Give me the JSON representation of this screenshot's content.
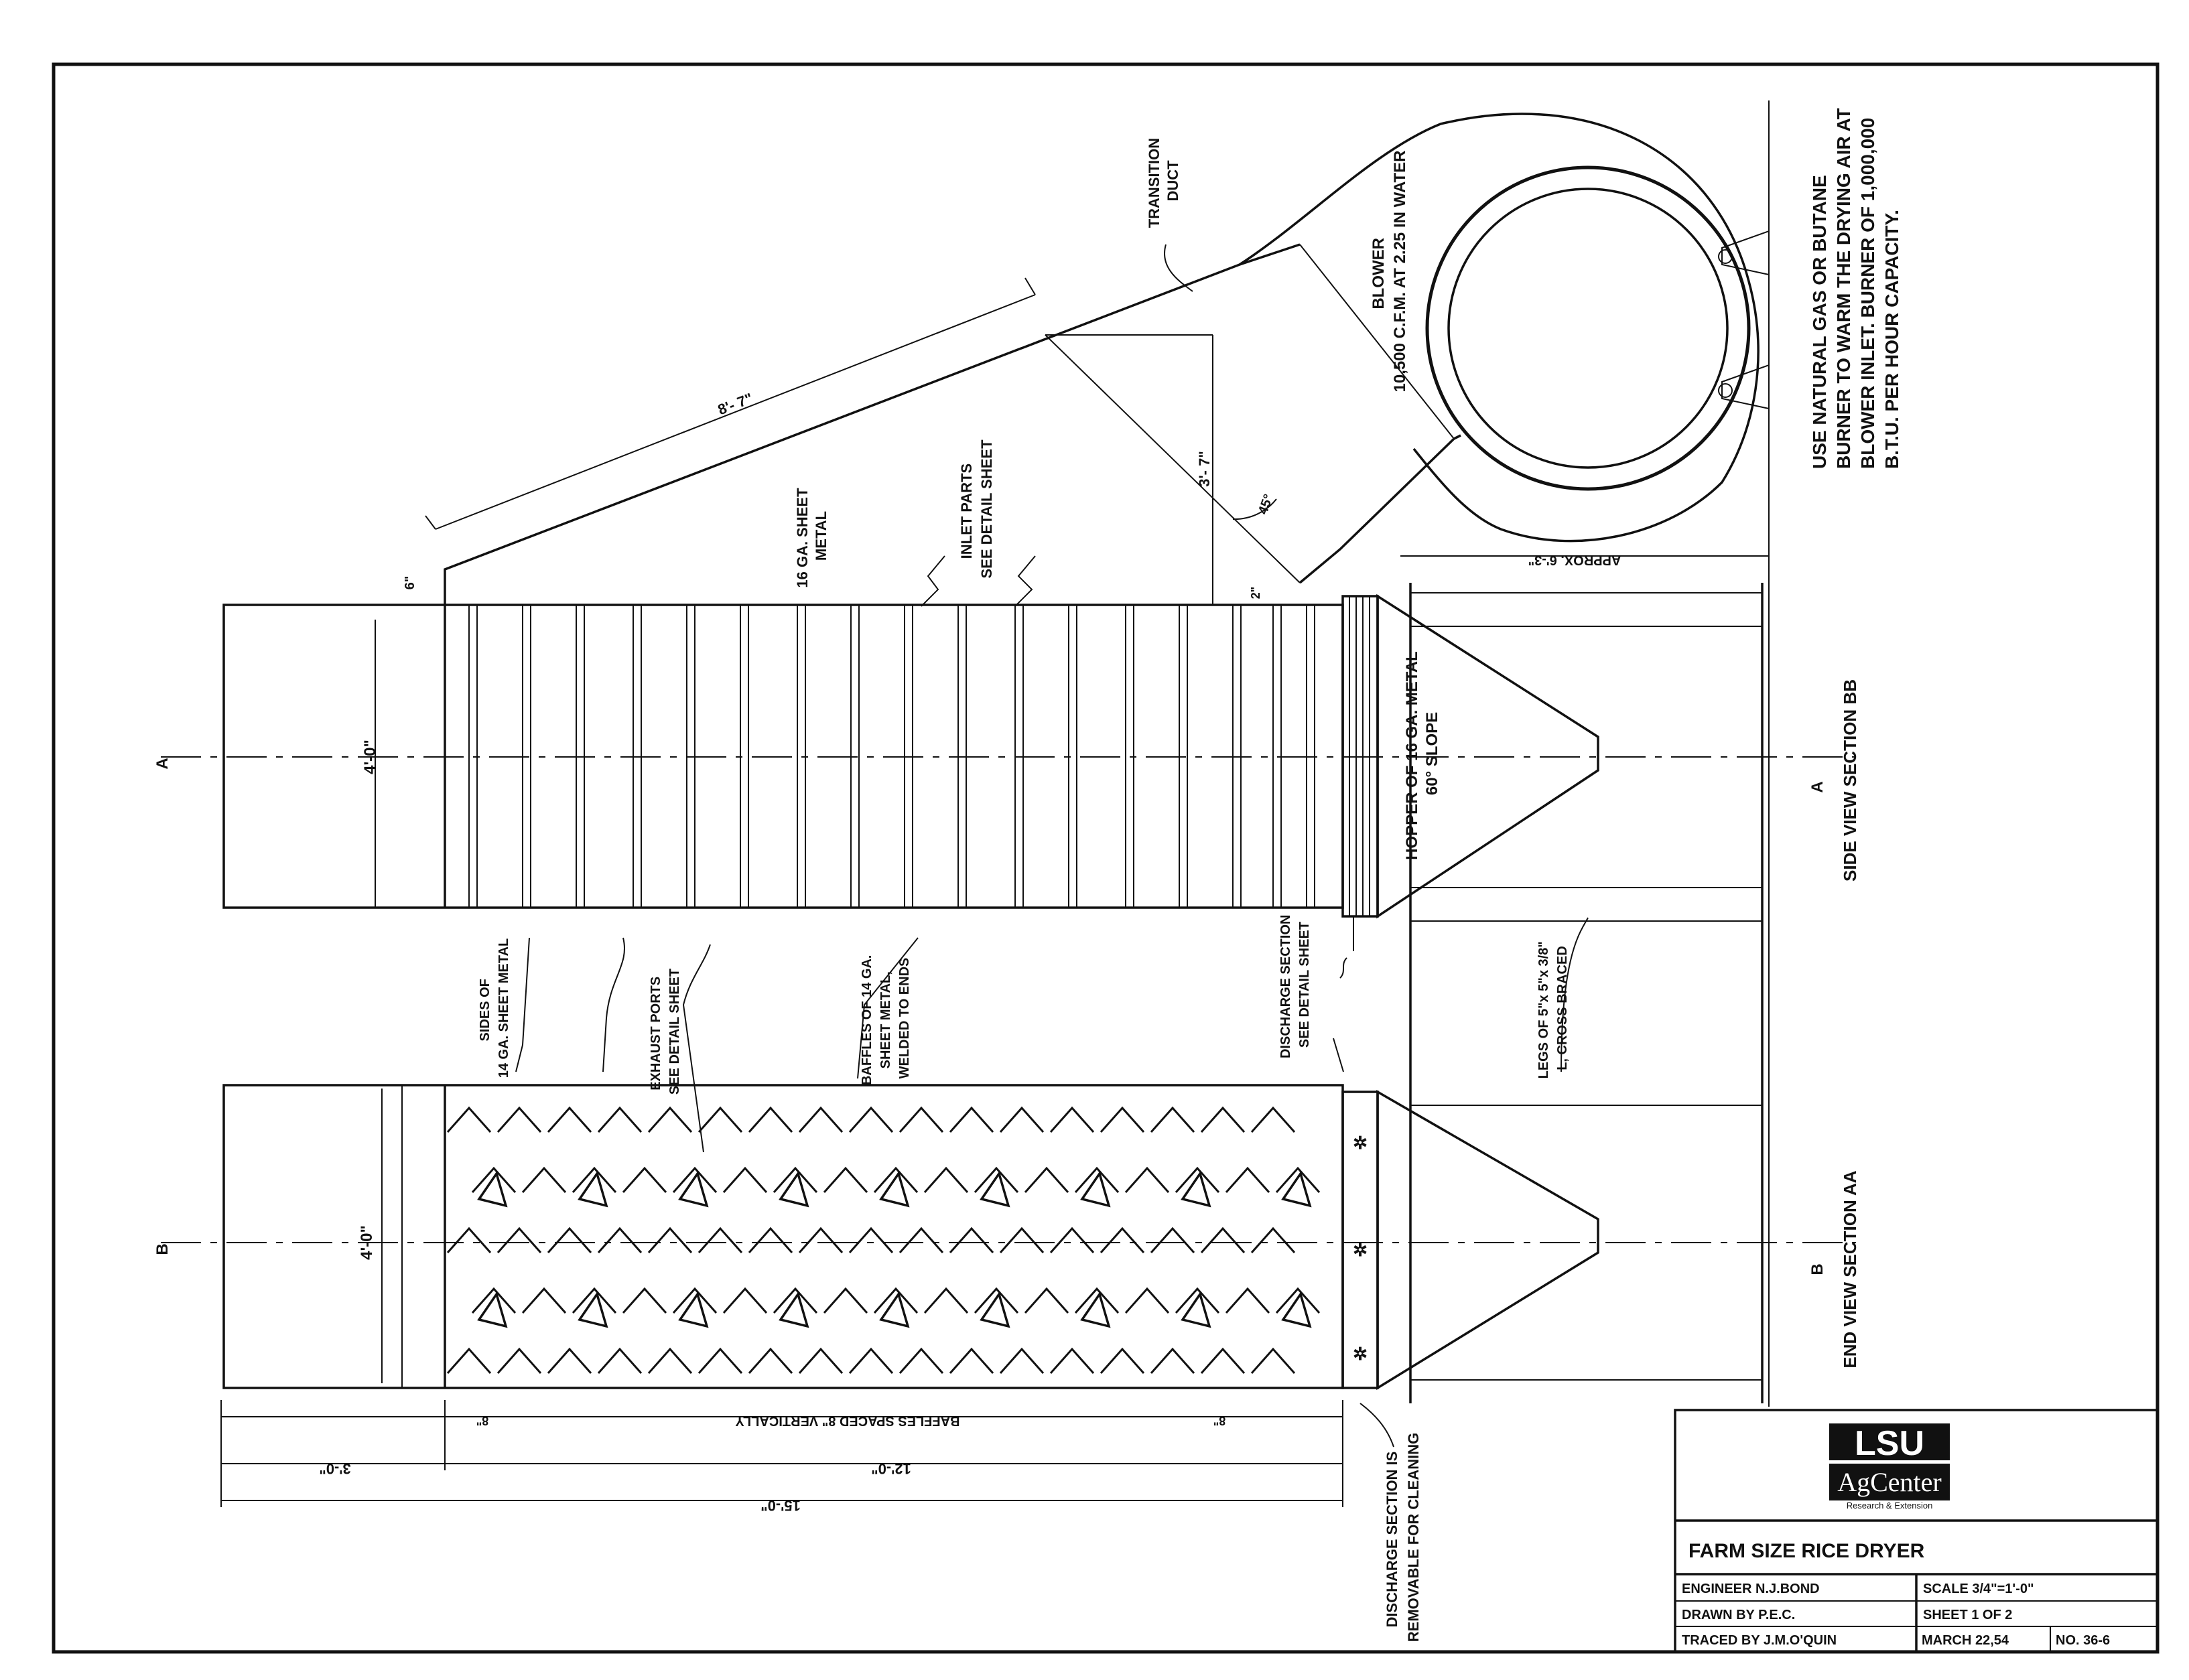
{
  "title_block": {
    "logo_line1": "LSU",
    "logo_line2": "AgCenter",
    "logo_line3": "Research & Extension",
    "drawing_title": "FARM SIZE RICE DRYER",
    "engineer": "ENGINEER N.J.BOND",
    "drawn_by": "DRAWN BY P.E.C.",
    "traced_by": "TRACED BY J.M.O'QUIN",
    "scale": "SCALE 3/4\"=1'-0\"",
    "sheet": "SHEET  1  OF  2",
    "date": "MARCH 22,54",
    "number": "NO. 36-6"
  },
  "notes": {
    "burner_line1": "USE NATURAL GAS OR BUTANE",
    "burner_line2": "BURNER TO WARM THE DRYING AIR AT",
    "burner_line3": "BLOWER INLET. BURNER OF 1,000,000",
    "burner_line4": "B.T.U. PER HOUR CAPACITY."
  },
  "labels": {
    "transition_duct_1": "TRANSITION",
    "transition_duct_2": "DUCT",
    "blower_1": "BLOWER",
    "blower_2": "10,500 C.F.M. AT 2.25 IN WATER",
    "inlet_parts_1": "INLET PARTS",
    "inlet_parts_2": "SEE DETAIL SHEET",
    "sheet_metal_16_1": "16 GA. SHEET",
    "sheet_metal_16_2": "METAL",
    "hopper_1": "HOPPER   OF 16 GA. METAL",
    "hopper_2": "60° SLOPE",
    "sides_1": "SIDES  OF",
    "sides_2": "14 GA. SHEET METAL",
    "exhaust_1": "EXHAUST PORTS",
    "exhaust_2": "SEE DETAIL SHEET",
    "baffles_1": "BAFFLES OF 14 GA.",
    "baffles_2": "SHEET METAL,",
    "baffles_3": "WELDED TO ENDS",
    "discharge_1": "DISCHARGE SECTION",
    "discharge_2": "SEE DETAIL SHEET",
    "legs_1": "LEGS OF 5\"x 5\"x 3/8\"",
    "legs_2": "L, CROSS BRACED",
    "removable_1": "DISCHARGE  SECTION  IS",
    "removable_2": "REMOVABLE  FOR  CLEANING",
    "side_view": "SIDE  VIEW    SECTION  BB",
    "end_view": "END VIEW    SECTION  AA",
    "baffle_spacing": "BAFFLES  SPACED  8\"  VERTICALLY"
  },
  "section_marks": {
    "a_left": "A",
    "a_right": "A",
    "b_left": "B",
    "b_right": "B"
  },
  "dimensions": {
    "duct_length": "8'- 7\"",
    "duct_height": "3'- 7\"",
    "angle": "45°",
    "approx": "APPROX. 6'-3\"",
    "six_inch": "6\"",
    "side_height": "4'-0\"",
    "end_height": "4'-0\"",
    "three_ft": "3'-0\"",
    "twelve_ft": "12'-0\"",
    "fifteen_ft": "15'-0\"",
    "eight_in": "8\"",
    "two_in": "2\""
  }
}
